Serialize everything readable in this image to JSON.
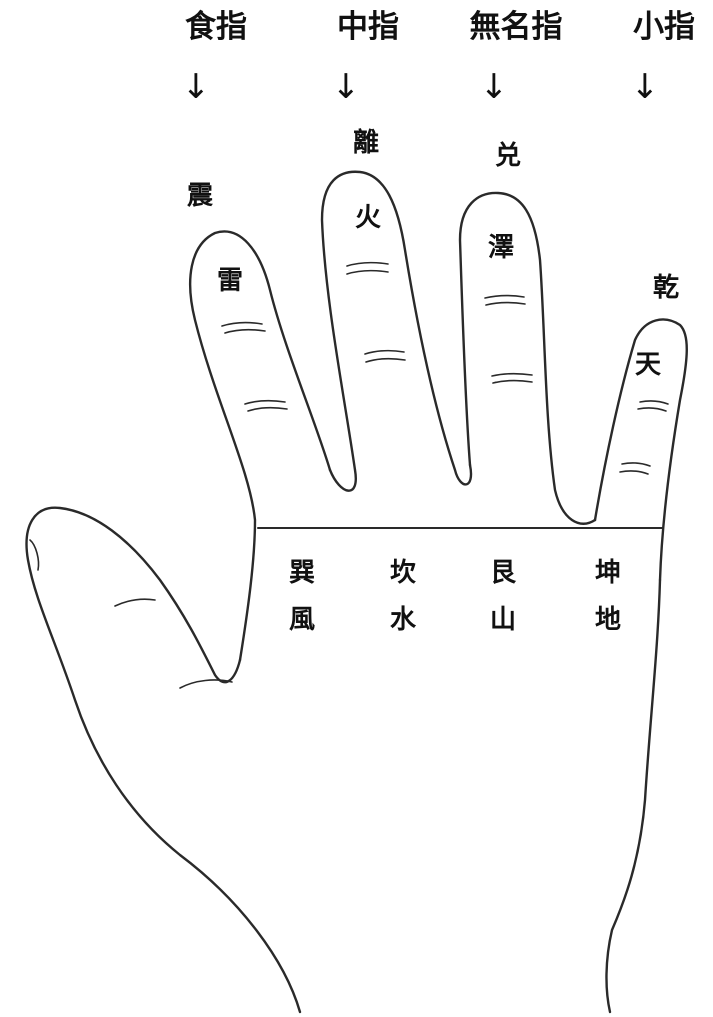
{
  "finger_labels": {
    "index": "食指",
    "middle": "中指",
    "ring": "無名指",
    "little": "小指"
  },
  "arrow_glyph": "↓",
  "fingertips": {
    "index": {
      "trigram": "震",
      "element": "雷"
    },
    "middle": {
      "trigram": "離",
      "element": "火"
    },
    "ring": {
      "trigram": "兑",
      "element": "澤"
    },
    "little": {
      "trigram": "乾",
      "element": "天"
    }
  },
  "palm_row": [
    {
      "trigram": "巽",
      "element": "風"
    },
    {
      "trigram": "坎",
      "element": "水"
    },
    {
      "trigram": "艮",
      "element": "山"
    },
    {
      "trigram": "坤",
      "element": "地"
    }
  ],
  "colors": {
    "ink": "#111111",
    "outline": "#2a2a2a",
    "background": "#ffffff"
  }
}
